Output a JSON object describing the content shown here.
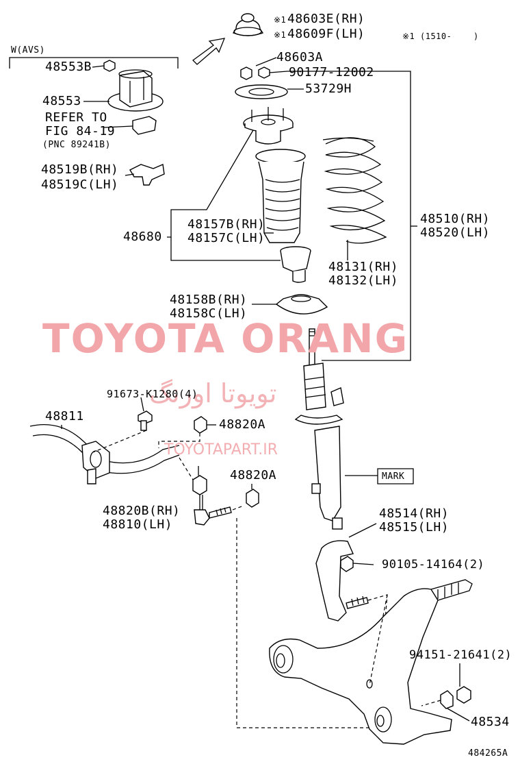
{
  "diagram": {
    "header": {
      "note_mark": "※1",
      "note_text": "※1 (1510-",
      "note_close": ")",
      "avs_label": "W(AVS)"
    },
    "labels": {
      "p48603E": "48603E(RH)",
      "p48609F": "48609F(LH)",
      "p48603A": "48603A",
      "p90177": "90177-12002",
      "p53729H": "53729H",
      "p48553B": "48553B",
      "p48553": "48553",
      "refer1": "REFER TO",
      "refer2": "FIG 84-19",
      "refer3": "(PNC 89241B)",
      "p48519B": "48519B(RH)",
      "p48519C": "48519C(LH)",
      "p48680": "48680",
      "p48157B": "48157B(RH)",
      "p48157C": "48157C(LH)",
      "p48131": "48131(RH)",
      "p48132": "48132(LH)",
      "p48510": "48510(RH)",
      "p48520": "48520(LH)",
      "p48158B": "48158B(RH)",
      "p48158C": "48158C(LH)",
      "p91673": "91673-K1280(4)",
      "p48811": "48811",
      "p48820A_1": "48820A",
      "p48820A_2": "48820A",
      "mark": "MARK",
      "p48820B": "48820B(RH)",
      "p48810": "48810(LH)",
      "p48514": "48514(RH)",
      "p48515": "48515(LH)",
      "p90105": "90105-14164(2)",
      "p94151": "94151-21641(2)",
      "p48534": "48534",
      "figure_number": "484265A"
    },
    "watermark": {
      "main": "TOYOTA ORANG",
      "arabic": "تویوتا اورنگ",
      "url": "TOYOTAPART.IR"
    }
  }
}
